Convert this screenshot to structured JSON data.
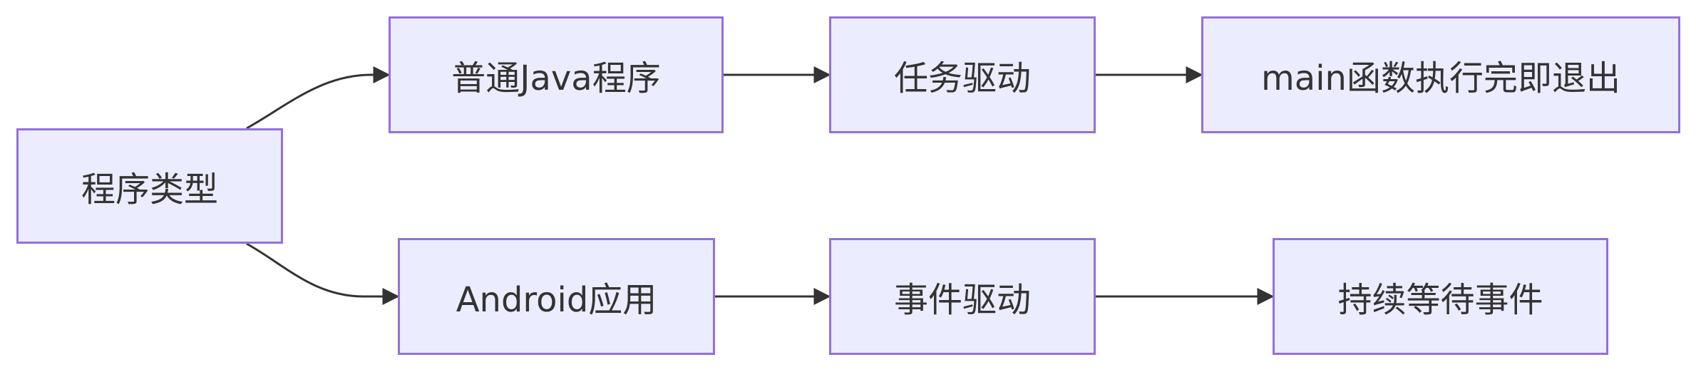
{
  "diagram": {
    "type": "flowchart",
    "direction": "left-to-right",
    "colors": {
      "node_fill": "#ececff",
      "node_border": "#9370db",
      "text": "#333333",
      "edge": "#333333",
      "background": "#ffffff"
    },
    "nodes": {
      "root": {
        "label": "程序类型"
      },
      "java": {
        "label": "普通Java程序"
      },
      "task": {
        "label": "任务驱动"
      },
      "exit": {
        "label": "main函数执行完即退出"
      },
      "android": {
        "label": "Android应用"
      },
      "event": {
        "label": "事件驱动"
      },
      "wait": {
        "label": "持续等待事件"
      }
    },
    "edges": [
      {
        "from": "root",
        "to": "java"
      },
      {
        "from": "java",
        "to": "task"
      },
      {
        "from": "task",
        "to": "exit"
      },
      {
        "from": "root",
        "to": "android"
      },
      {
        "from": "android",
        "to": "event"
      },
      {
        "from": "event",
        "to": "wait"
      }
    ]
  }
}
